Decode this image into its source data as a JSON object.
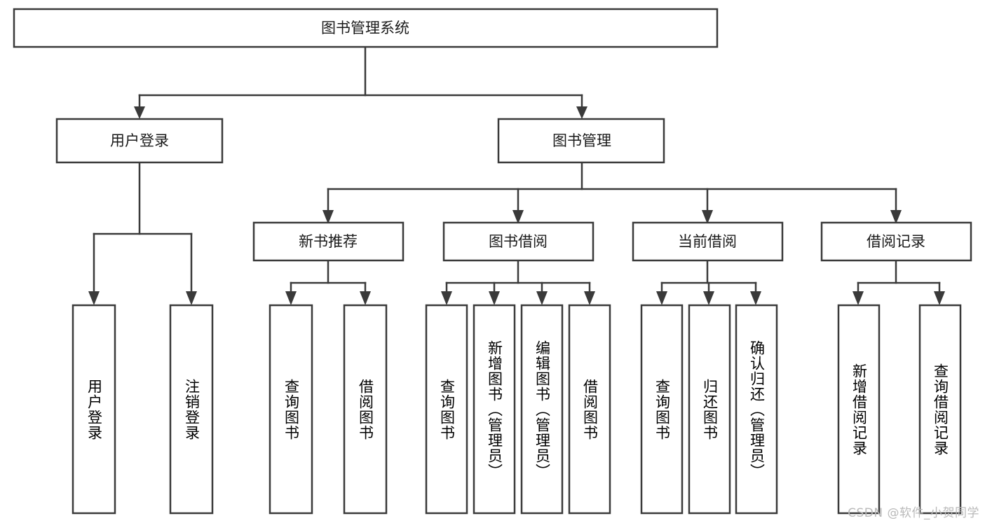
{
  "diagram": {
    "type": "tree",
    "title": "图书管理系统",
    "watermark": "CSDN @软件_小贺同学",
    "colors": {
      "stroke": "#3a3a3a",
      "box_fill": "#ffffff",
      "text": "#1a1a1a",
      "background": "#ffffff",
      "watermark": "#b9b9b9"
    },
    "root": {
      "label": "图书管理系统"
    },
    "level2": [
      {
        "label": "用户登录"
      },
      {
        "label": "图书管理"
      }
    ],
    "level3": [
      {
        "label": "新书推荐"
      },
      {
        "label": "图书借阅"
      },
      {
        "label": "当前借阅"
      },
      {
        "label": "借阅记录"
      }
    ],
    "leaves": {
      "user_login": [
        {
          "label": "用户登录"
        },
        {
          "label": "注销登录"
        }
      ],
      "new_book_recommend": [
        {
          "label": "查询图书"
        },
        {
          "label": "借阅图书"
        }
      ],
      "book_borrow": [
        {
          "label": "查询图书"
        },
        {
          "label": "新增图书（管理员）"
        },
        {
          "label": "编辑图书（管理员）"
        },
        {
          "label": "借阅图书"
        }
      ],
      "current_borrow": [
        {
          "label": "查询图书"
        },
        {
          "label": "归还图书"
        },
        {
          "label": "确认归还（管理员）"
        }
      ],
      "borrow_record": [
        {
          "label": "新增借阅记录"
        },
        {
          "label": "查询借阅记录"
        }
      ]
    }
  }
}
